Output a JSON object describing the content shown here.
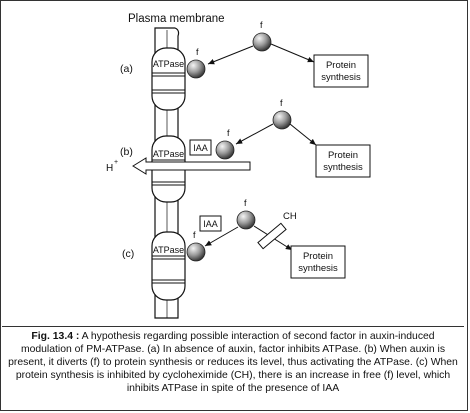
{
  "diagram": {
    "membrane_label": "Plasma membrane",
    "atpase_label": "ATPase",
    "factor_label": "f",
    "iaa_label": "IAA",
    "h_label": "H",
    "h_superscript": "+",
    "ch_label": "CH",
    "panels": [
      {
        "label": "(a)",
        "protein_line1": "Protein",
        "protein_line2": "synthesis"
      },
      {
        "label": "(b)",
        "protein_line1": "Protein",
        "protein_line2": "synthesis"
      },
      {
        "label": "(c)",
        "protein_line1": "Protein",
        "protein_line2": "synthesis"
      }
    ]
  },
  "caption": {
    "figure_number": "Fig. 13.4 :",
    "text": " A hypothesis regarding possible interaction of second factor in auxin-induced modulation of PM-ATPase. (a) In absence of auxin, factor inhibits ATPase. (b) When auxin is present, it diverts (f) to protein synthesis or reduces its level, thus activating the ATPase. (c) When protein synthesis is inhibited by cycloheximide (CH), there is an increase in free (f) level, which inhibits ATPase in spite of the presence of IAA"
  }
}
